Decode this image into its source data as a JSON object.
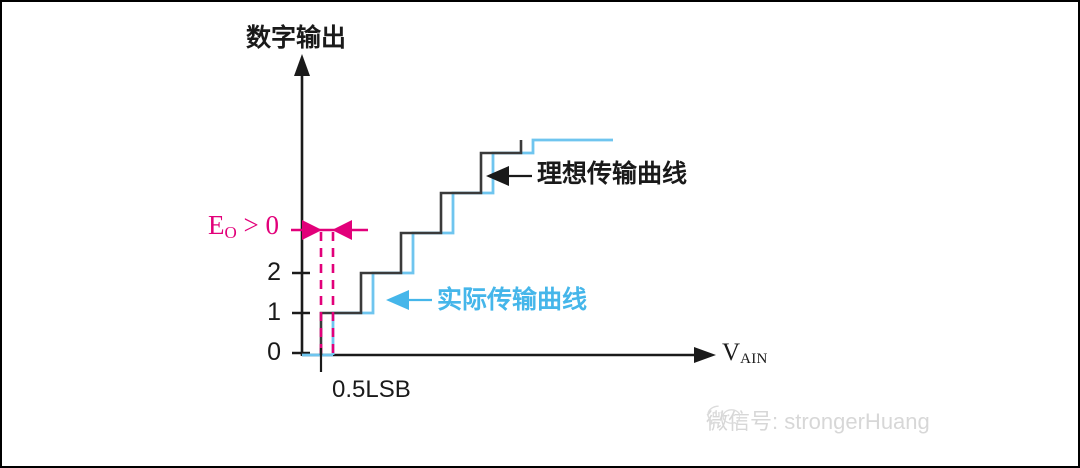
{
  "figure": {
    "y_axis_title": "数字输出",
    "x_axis_title_main": "V",
    "x_axis_title_sub": "AIN",
    "lsb_label": "0.5LSB",
    "offset_label_main": "E",
    "offset_label_sub": "O",
    "offset_label_tail": " > 0",
    "ideal_curve_label": "理想传输曲线",
    "actual_curve_label": "实际传输曲线"
  },
  "watermark": {
    "icon": "wechat-icon",
    "text": "微信号: strongerHuang"
  },
  "colors": {
    "axis": "#1a1a1a",
    "ideal_curve": "#3a3a3a",
    "actual_curve": "#6fc5ef",
    "offset_magenta": "#e2007a",
    "actual_label": "#45b6ea",
    "background": "#ffffff",
    "border": "#000000",
    "watermark": "#c9c9c9"
  },
  "chart_data": {
    "type": "line",
    "title": "",
    "xlabel": "V_AIN",
    "ylabel": "数字输出",
    "ytick_labels": [
      "0",
      "1",
      "2"
    ],
    "ytick_values": [
      0,
      1,
      2
    ],
    "xtick_labels": [],
    "grid": false,
    "legend_position": "inline-annotations",
    "annotations": [
      {
        "name": "ideal-curve-callout",
        "text": "理想传输曲线",
        "color": "#1a1a1a"
      },
      {
        "name": "actual-curve-callout",
        "text": "实际传输曲线",
        "color": "#45b6ea"
      },
      {
        "name": "offset-error-callout",
        "text": "E_O > 0",
        "color": "#e2007a"
      },
      {
        "name": "half-lsb-callout",
        "text": "0.5LSB",
        "color": "#1a1a1a"
      }
    ],
    "series": [
      {
        "name": "理想传输曲线",
        "type": "staircase",
        "color": "#3a3a3a",
        "description": "Ideal ADC transfer curve; first code transition at 0.5LSB",
        "step_width_lsb": 1,
        "first_transition_lsb": 0.5,
        "codes": [
          0,
          1,
          2,
          3,
          4,
          5,
          6
        ]
      },
      {
        "name": "实际传输曲线",
        "type": "staircase",
        "color": "#6fc5ef",
        "description": "Actual ADC transfer curve shifted right by positive offset error E_O",
        "step_width_lsb": 1,
        "first_transition_lsb": 0.8,
        "offset_error_lsb": 0.3,
        "codes": [
          0,
          1,
          2,
          3,
          4,
          5,
          6
        ]
      }
    ]
  }
}
